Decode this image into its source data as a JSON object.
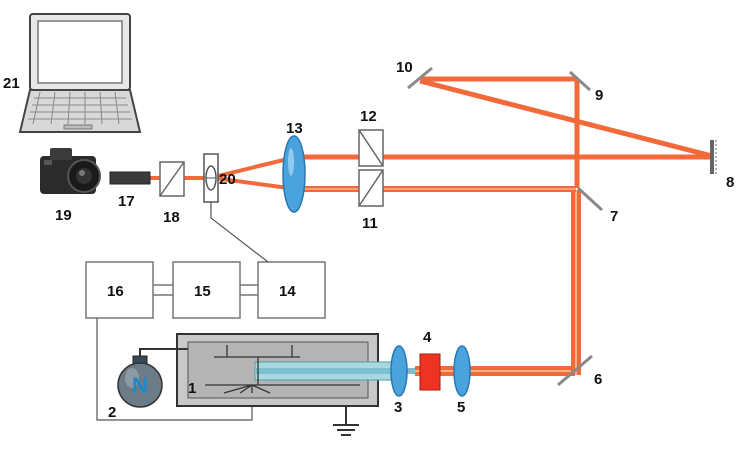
{
  "labels": {
    "l1": "1",
    "l2": "2",
    "l3": "3",
    "l4": "4",
    "l5": "5",
    "l6": "6",
    "l7": "7",
    "l8": "8",
    "l9": "9",
    "l10": "10",
    "l11": "11",
    "l12": "12",
    "l13": "13",
    "l14": "14",
    "l15": "15",
    "l16": "16",
    "l17": "17",
    "l18": "18",
    "l19": "19",
    "l20": "20",
    "l21": "21"
  },
  "gas_cylinder_letter": "N",
  "colors": {
    "beam": "#f26a3a",
    "beam_core": "#ffb28a",
    "lens": "#4ba3dd",
    "chamber": "#c8c8c8",
    "capillary": "#a8d8e0",
    "crystal": "#ee3322",
    "line": "#555555"
  }
}
